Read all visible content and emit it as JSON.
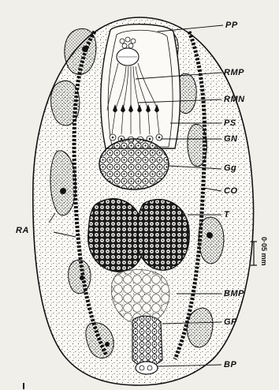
{
  "labels": {
    "PP": "PP",
    "RMP": "RMP",
    "RMN": "RMN",
    "PS": "PS",
    "GN": "GN",
    "Gg": "Gg",
    "CO": "CO",
    "T": "T",
    "RA": "RA",
    "BMP": "BMP",
    "GP": "GP",
    "BP": "BP"
  },
  "scale_bar": {
    "label": "0·05 mm"
  },
  "colors": {
    "ink": "#111111",
    "paper": "#f1efea",
    "stipple": "#2a2a2a"
  }
}
